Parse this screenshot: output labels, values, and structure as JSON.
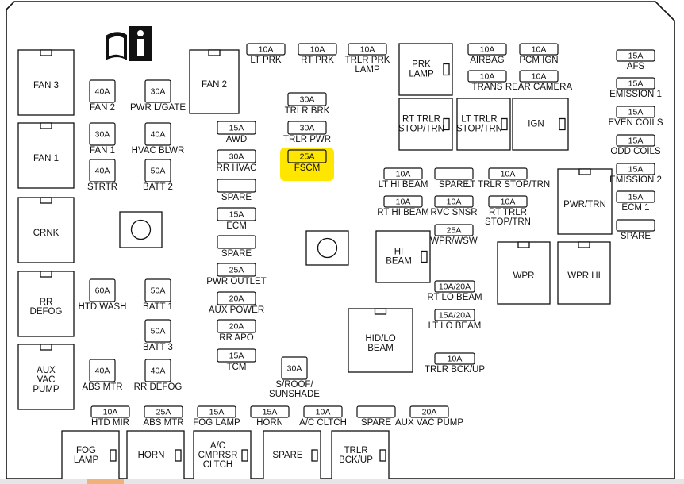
{
  "panel": {
    "info_icon": "manual-info-icon",
    "colors": {
      "highlight": "#ffe600",
      "outline": "#111111",
      "background": "#ffffff"
    }
  },
  "relays": {
    "fan3": "FAN 3",
    "fan1": "FAN 1",
    "crnk": "CRNK",
    "rr_defog": "RR\nDEFOG",
    "aux_vac_pump": "AUX\nVAC\nPUMP",
    "fan2": "FAN 2",
    "prk_lamp": "PRK\nLAMP",
    "rt_trlr": "RT TRLR\nSTOP/TRN",
    "lt_trlr": "LT TRLR\nSTOP/TRN",
    "ign": "IGN",
    "pwr_trn": "PWR/TRN",
    "hi_beam": "HI\nBEAM",
    "wpr": "WPR",
    "wpr_hi": "WPR HI",
    "hid_lo_beam": "HID/LO\nBEAM",
    "fog_lamp": "FOG\nLAMP",
    "horn": "HORN",
    "ac_cmprsr": "A/C\nCMPRSR\nCLTCH",
    "spare": "SPARE",
    "trlr_bckup": "TRLR\nBCK/UP"
  },
  "fuses": {
    "fan2": {
      "rating": "40A",
      "label": "FAN 2"
    },
    "pwr_lgate": {
      "rating": "30A",
      "label": "PWR L/GATE"
    },
    "fan1": {
      "rating": "30A",
      "label": "FAN 1"
    },
    "hvac_blwr": {
      "rating": "40A",
      "label": "HVAC BLWR"
    },
    "strtr": {
      "rating": "40A",
      "label": "STRTR"
    },
    "batt2": {
      "rating": "50A",
      "label": "BATT 2"
    },
    "htd_wash": {
      "rating": "60A",
      "label": "HTD WASH"
    },
    "batt1": {
      "rating": "50A",
      "label": "BATT 1"
    },
    "batt3": {
      "rating": "50A",
      "label": "BATT 3"
    },
    "abs_mtr_big": {
      "rating": "40A",
      "label": "ABS MTR"
    },
    "rr_defog_big": {
      "rating": "40A",
      "label": "RR DEFOG"
    },
    "awd": {
      "rating": "15A",
      "label": "AWD"
    },
    "rr_hvac": {
      "rating": "30A",
      "label": "RR HVAC"
    },
    "spare1": {
      "rating": "",
      "label": "SPARE"
    },
    "ecm": {
      "rating": "15A",
      "label": "ECM"
    },
    "spare2": {
      "rating": "",
      "label": "SPARE"
    },
    "pwr_outlet": {
      "rating": "25A",
      "label": "PWR OUTLET"
    },
    "aux_power": {
      "rating": "20A",
      "label": "AUX POWER"
    },
    "rr_apo": {
      "rating": "20A",
      "label": "RR APO"
    },
    "tcm": {
      "rating": "15A",
      "label": "TCM"
    },
    "sroof": {
      "rating": "30A",
      "label": "S/ROOF/\nSUNSHADE"
    },
    "lt_prk": {
      "rating": "10A",
      "label": "LT PRK"
    },
    "rt_prk": {
      "rating": "10A",
      "label": "RT PRK"
    },
    "trlr_prk_lamp": {
      "rating": "10A",
      "label": "TRLR PRK\nLAMP"
    },
    "trlr_brk": {
      "rating": "30A",
      "label": "TRLR BRK"
    },
    "trlr_pwr": {
      "rating": "30A",
      "label": "TRLR PWR"
    },
    "fscm": {
      "rating": "25A",
      "label": "FSCM"
    },
    "airbag": {
      "rating": "10A",
      "label": "AIRBAG"
    },
    "pcm_ign": {
      "rating": "10A",
      "label": "PCM IGN"
    },
    "trans": {
      "rating": "10A",
      "label": "TRANS"
    },
    "rear_camera": {
      "rating": "10A",
      "label": "REAR CAMERA"
    },
    "lt_hi_beam": {
      "rating": "10A",
      "label": "LT HI BEAM"
    },
    "spare3": {
      "rating": "",
      "label": "SPARE"
    },
    "lt_trlr_stop": {
      "rating": "10A",
      "label": "LT TRLR STOP/TRN"
    },
    "rt_hi_beam": {
      "rating": "10A",
      "label": "RT HI BEAM"
    },
    "rvc_snsr": {
      "rating": "10A",
      "label": "RVC SNSR"
    },
    "rt_trlr_stop": {
      "rating": "10A",
      "label": "RT TRLR\nSTOP/TRN"
    },
    "wpr_wsw": {
      "rating": "25A",
      "label": "WPR/WSW"
    },
    "rt_lo_beam": {
      "rating": "10A/20A",
      "label": "RT LO BEAM"
    },
    "lt_lo_beam": {
      "rating": "15A/20A",
      "label": "LT LO BEAM"
    },
    "trlr_bckup_f": {
      "rating": "10A",
      "label": "TRLR BCK/UP"
    },
    "afs": {
      "rating": "15A",
      "label": "AFS"
    },
    "emission1": {
      "rating": "15A",
      "label": "EMISSION 1"
    },
    "even_coils": {
      "rating": "15A",
      "label": "EVEN COILS"
    },
    "odd_coils": {
      "rating": "15A",
      "label": "ODD COILS"
    },
    "emission2": {
      "rating": "15A",
      "label": "EMISSION 2"
    },
    "ecm1": {
      "rating": "15A",
      "label": "ECM 1"
    },
    "spare4": {
      "rating": "",
      "label": "SPARE"
    },
    "htd_mir": {
      "rating": "10A",
      "label": "HTD MIR"
    },
    "abs_mtr": {
      "rating": "25A",
      "label": "ABS MTR"
    },
    "fog_lamp_f": {
      "rating": "15A",
      "label": "FOG LAMP"
    },
    "horn_f": {
      "rating": "15A",
      "label": "HORN"
    },
    "ac_cltch": {
      "rating": "10A",
      "label": "A/C CLTCH"
    },
    "spare5": {
      "rating": "",
      "label": "SPARE"
    },
    "aux_vac_pump_f": {
      "rating": "20A",
      "label": "AUX VAC PUMP"
    }
  }
}
